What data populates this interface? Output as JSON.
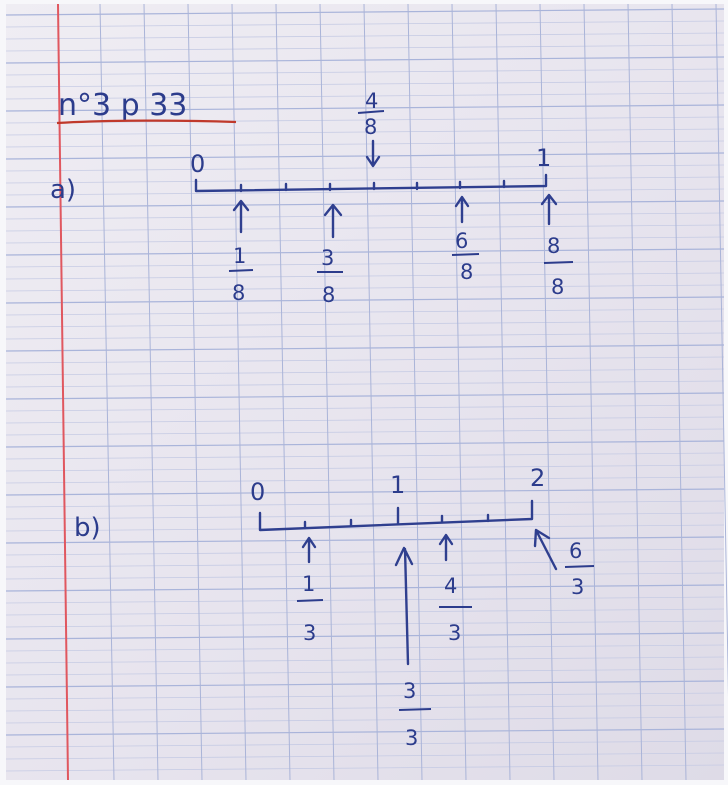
{
  "title": "n°3 p 33",
  "part_a": {
    "label": "a)",
    "endpoints": [
      "0",
      "1"
    ],
    "top_mark": {
      "num": "4",
      "den": "8"
    },
    "bottom_marks": [
      {
        "num": "1",
        "den": "8"
      },
      {
        "num": "3",
        "den": "8"
      },
      {
        "num": "6",
        "den": "8"
      },
      {
        "num": "8",
        "den": "8"
      }
    ]
  },
  "part_b": {
    "label": "b)",
    "endpoints": [
      "0",
      "1",
      "2"
    ],
    "marks": [
      {
        "num": "1",
        "den": "3"
      },
      {
        "num": "3",
        "den": "3"
      },
      {
        "num": "4",
        "den": "3"
      },
      {
        "num": "6",
        "den": "3"
      }
    ]
  },
  "colors": {
    "ink": "#2c3c8c",
    "margin_line": "#e0575f",
    "underline": "#c0392b",
    "paper": "#ebe8f0"
  }
}
